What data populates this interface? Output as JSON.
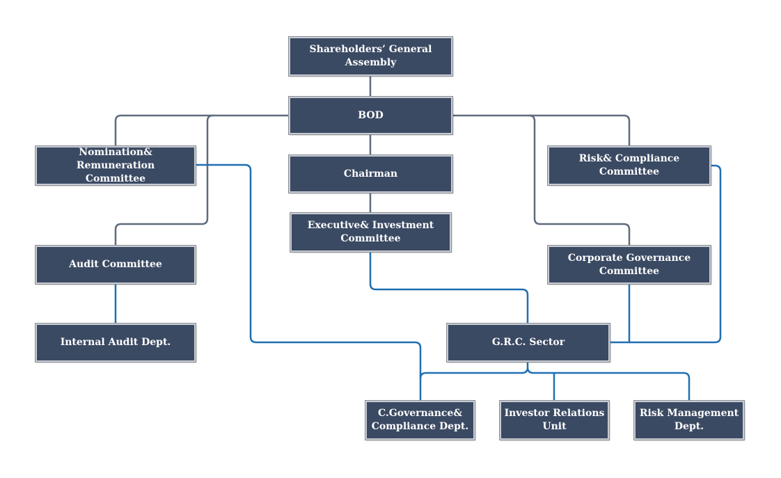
{
  "colors": {
    "node_fill": "#3b4a63",
    "node_border": "#c9cdd3",
    "gray_line": "#5d6b7e",
    "blue_line": "#1f6fb2"
  },
  "nodes": {
    "shareholders": "Shareholders’ General Assembly",
    "bod": "BOD",
    "chairman": "Chairman",
    "exec_invest": "Executive& Investment\nCommittee",
    "nomination": "Nomination& Remuneration\nCommittee",
    "risk_compliance_committee": "Risk& Compliance Committee",
    "audit_committee": "Audit Committee",
    "corp_gov_committee": "Corporate Governance\nCommittee",
    "internal_audit": "Internal Audit Dept.",
    "grc": "G.R.C. Sector",
    "cgov_compliance": "C.Governance&\nCompliance Dept.",
    "investor_relations": "Investor Relations\nUnit",
    "risk_mgmt": "Risk Management\nDept."
  }
}
